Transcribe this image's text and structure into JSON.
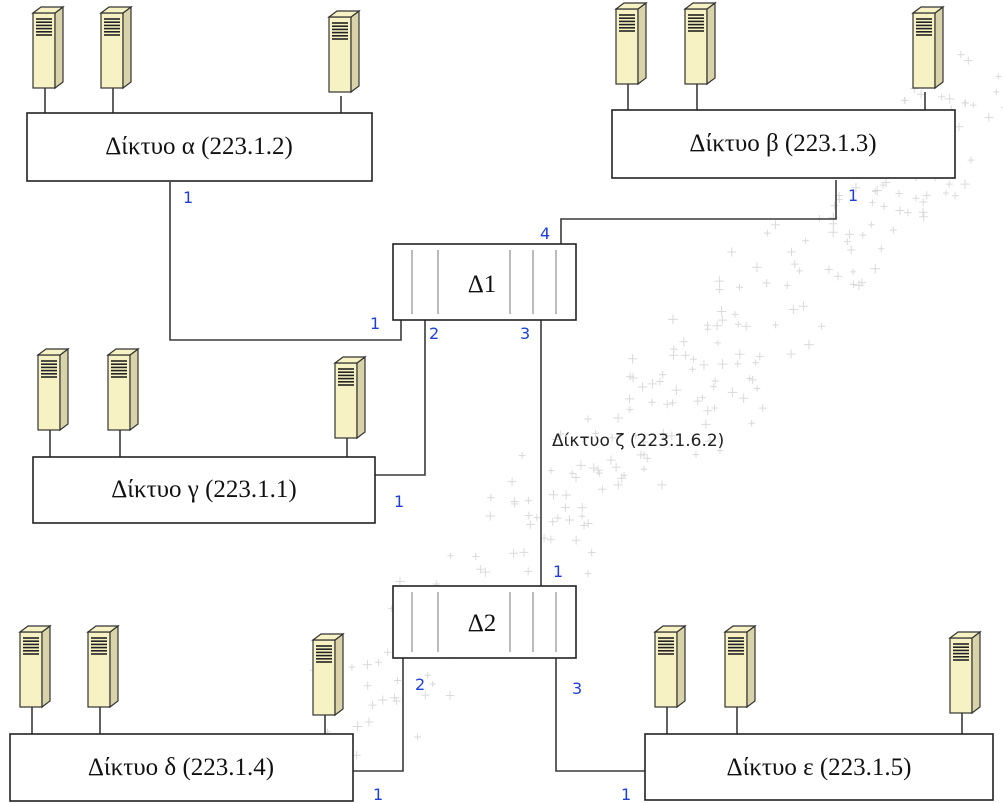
{
  "colors": {
    "port_label": "#1f3fd6",
    "server_body": "#f7f2c4",
    "server_side": "#d8d3a8",
    "server_outline": "#333333",
    "watermark": "#dadada"
  },
  "icons": {
    "server": "server-icon",
    "router": "router-icon"
  },
  "networks": [
    {
      "id": "alpha",
      "label": "Δίκτυο α  (223.1.2)",
      "servers": 3
    },
    {
      "id": "beta",
      "label": "Δίκτυο β  (223.1.3)",
      "servers": 3
    },
    {
      "id": "gamma",
      "label": "Δίκτυο γ (223.1.1)",
      "servers": 3
    },
    {
      "id": "delta",
      "label": "Δίκτυο δ (223.1.4)",
      "servers": 3
    },
    {
      "id": "epsilon",
      "label": "Δίκτυο ε (223.1.5)",
      "servers": 3
    }
  ],
  "routers": [
    {
      "id": "d1",
      "label": "Δ1"
    },
    {
      "id": "d2",
      "label": "Δ2"
    }
  ],
  "link_label": "Δίκτυο ζ (223.1.6.2)",
  "port_labels": {
    "alpha_if": "1",
    "beta_if": "1",
    "d1_p4": "4",
    "d1_p1": "1",
    "d1_p2": "2",
    "d1_p3": "3",
    "gamma_if": "1",
    "d2_p1": "1",
    "d2_p2": "2",
    "d2_p3": "3",
    "delta_if": "1",
    "epsilon_if": "1"
  }
}
